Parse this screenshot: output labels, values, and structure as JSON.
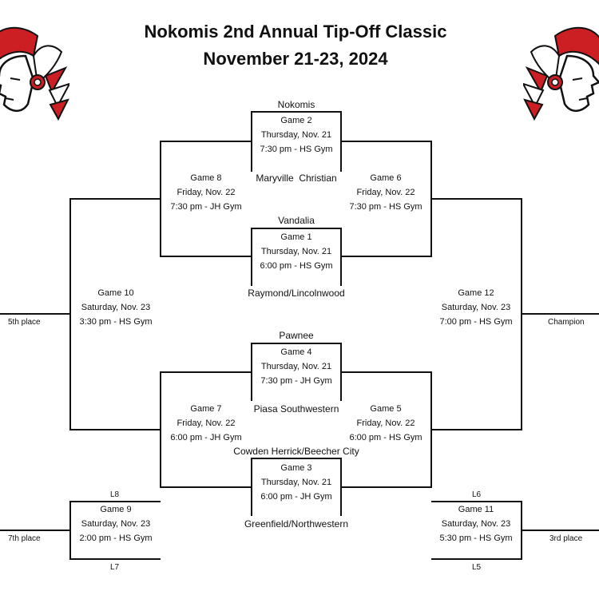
{
  "header": {
    "title": "Nokomis 2nd Annual Tip-Off Classic",
    "subtitle": "November 21-23, 2024"
  },
  "teams": {
    "nokomis": "Nokomis",
    "maryville": "Maryville  Christian",
    "vandalia": "Vandalia",
    "raymond": "Raymond/Lincolnwood",
    "pawnee": "Pawnee",
    "piasa": "Piasa Southwestern",
    "cowden": "Cowden Herrick/Beecher City",
    "greenfield": "Greenfield/Northwestern"
  },
  "games": {
    "g2": {
      "name": "Game 2",
      "day": "Thursday, Nov. 21",
      "time": "7:30 pm - HS Gym"
    },
    "g1": {
      "name": "Game 1",
      "day": "Thursday, Nov. 21",
      "time": "6:00 pm - HS Gym"
    },
    "g4": {
      "name": "Game 4",
      "day": "Thursday, Nov. 21",
      "time": "7:30 pm - JH Gym"
    },
    "g3": {
      "name": "Game 3",
      "day": "Thursday, Nov. 21",
      "time": "6:00 pm - JH Gym"
    },
    "g8": {
      "name": "Game 8",
      "day": "Friday, Nov. 22",
      "time": "7:30 pm - JH Gym"
    },
    "g6": {
      "name": "Game 6",
      "day": "Friday, Nov. 22",
      "time": "7:30 pm - HS Gym"
    },
    "g7": {
      "name": "Game 7",
      "day": "Friday, Nov. 22",
      "time": "6:00 pm - JH Gym"
    },
    "g5": {
      "name": "Game 5",
      "day": "Friday, Nov. 22",
      "time": "6:00 pm - HS Gym"
    },
    "g10": {
      "name": "Game 10",
      "day": "Saturday, Nov. 23",
      "time": "3:30 pm - HS Gym"
    },
    "g12": {
      "name": "Game 12",
      "day": "Saturday, Nov. 23",
      "time": "7:00 pm - HS Gym"
    },
    "g9": {
      "name": "Game 9",
      "day": "Saturday, Nov. 23",
      "time": "2:00 pm - HS Gym"
    },
    "g11": {
      "name": "Game 11",
      "day": "Saturday, Nov. 23",
      "time": "5:30 pm - HS Gym"
    }
  },
  "placements": {
    "fifth": "5th place",
    "champion": "Champion",
    "seventh": "7th place",
    "third": "3rd place"
  },
  "losers": {
    "l8": "L8",
    "l7": "L7",
    "l6": "L6",
    "l5": "L5"
  },
  "colors": {
    "logo_red": "#cc1f24",
    "logo_black": "#111111"
  },
  "icons": {
    "left_logo": "indian-chief-headdress-icon",
    "right_logo": "indian-chief-headdress-icon"
  }
}
